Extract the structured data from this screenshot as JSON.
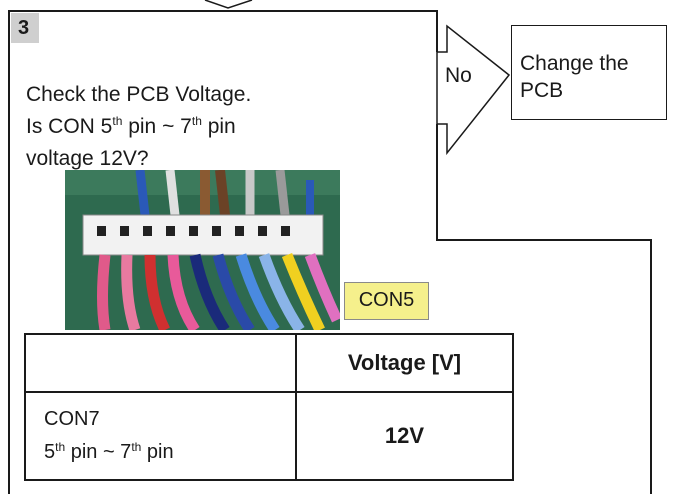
{
  "step": {
    "number": "3"
  },
  "question": {
    "line1": "Check the PCB Voltage.",
    "line2_pre": "Is CON 5",
    "line2_sup1": "th",
    "line2_mid": " pin ~ 7",
    "line2_sup2": "th",
    "line2_post": " pin",
    "line3": "voltage 12V?"
  },
  "branch": {
    "no_label": "No"
  },
  "action": {
    "line1": "Change the",
    "line2": "PCB"
  },
  "photo": {
    "connector_label": "CON5"
  },
  "table": {
    "header": {
      "col1": "",
      "col2": "Voltage [V]"
    },
    "rows": [
      {
        "label_line1": "CON7",
        "pin_pre": "5",
        "pin_sup1": "th",
        "pin_mid": " pin ~ 7",
        "pin_sup2": "th",
        "pin_post": " pin",
        "value": "12V"
      }
    ]
  },
  "colors": {
    "line": "#1a1a1a",
    "badge": "#cfcfcf",
    "label_fill": "#f5f08c",
    "pcb_green": "#2e6a4f"
  }
}
